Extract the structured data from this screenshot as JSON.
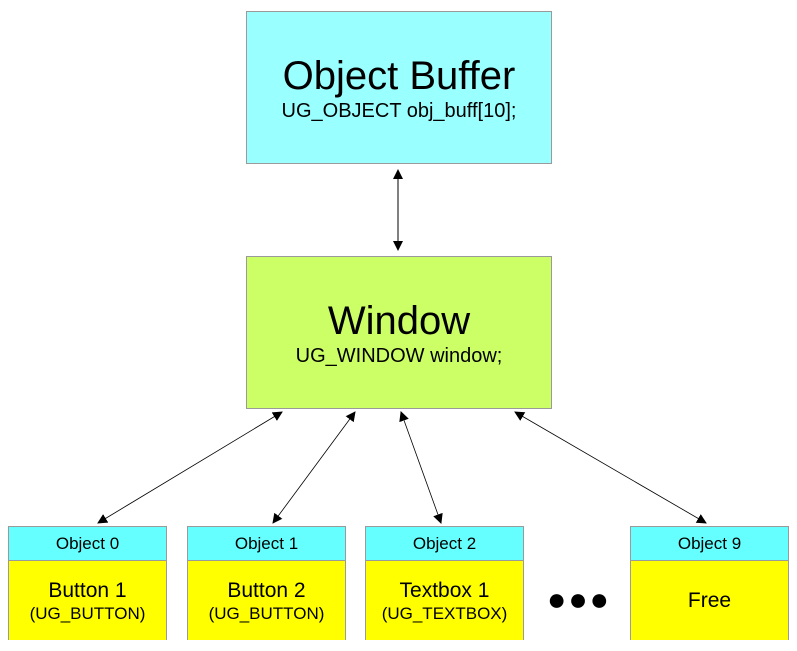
{
  "object_buffer": {
    "title": "Object Buffer",
    "declaration": "UG_OBJECT obj_buff[10];"
  },
  "window": {
    "title": "Window",
    "declaration": "UG_WINDOW window;"
  },
  "objects": [
    {
      "header": "Object 0",
      "name": "Button 1",
      "type": "(UG_BUTTON)"
    },
    {
      "header": "Object 1",
      "name": "Button 2",
      "type": "(UG_BUTTON)"
    },
    {
      "header": "Object 2",
      "name": "Textbox 1",
      "type": "(UG_TEXTBOX)"
    },
    {
      "header": "Object 9",
      "name": "Free",
      "type": ""
    }
  ],
  "ellipsis": "●●●",
  "colors": {
    "buffer": "#99ffff",
    "window": "#ccff66",
    "object_header": "#66ffff",
    "object_body": "#ffff00"
  }
}
